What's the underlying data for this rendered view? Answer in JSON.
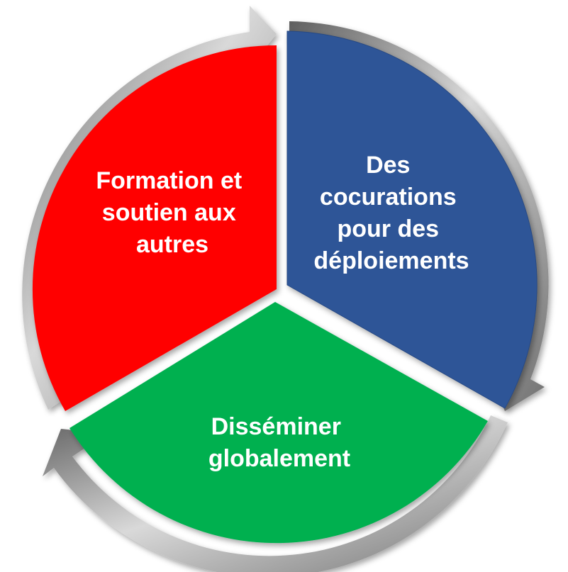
{
  "segments": [
    {
      "id": "red",
      "color": "#ff0000",
      "lines": [
        "Formation et",
        "soutien aux",
        "autres"
      ]
    },
    {
      "id": "blue",
      "color": "#2f5597",
      "lines": [
        "Des",
        "cocurations",
        "pour des",
        "déploiements"
      ]
    },
    {
      "id": "green",
      "color": "#00b050",
      "lines": [
        "Disséminer",
        "globalement"
      ]
    }
  ],
  "arrow_color": "#8c8c8c"
}
